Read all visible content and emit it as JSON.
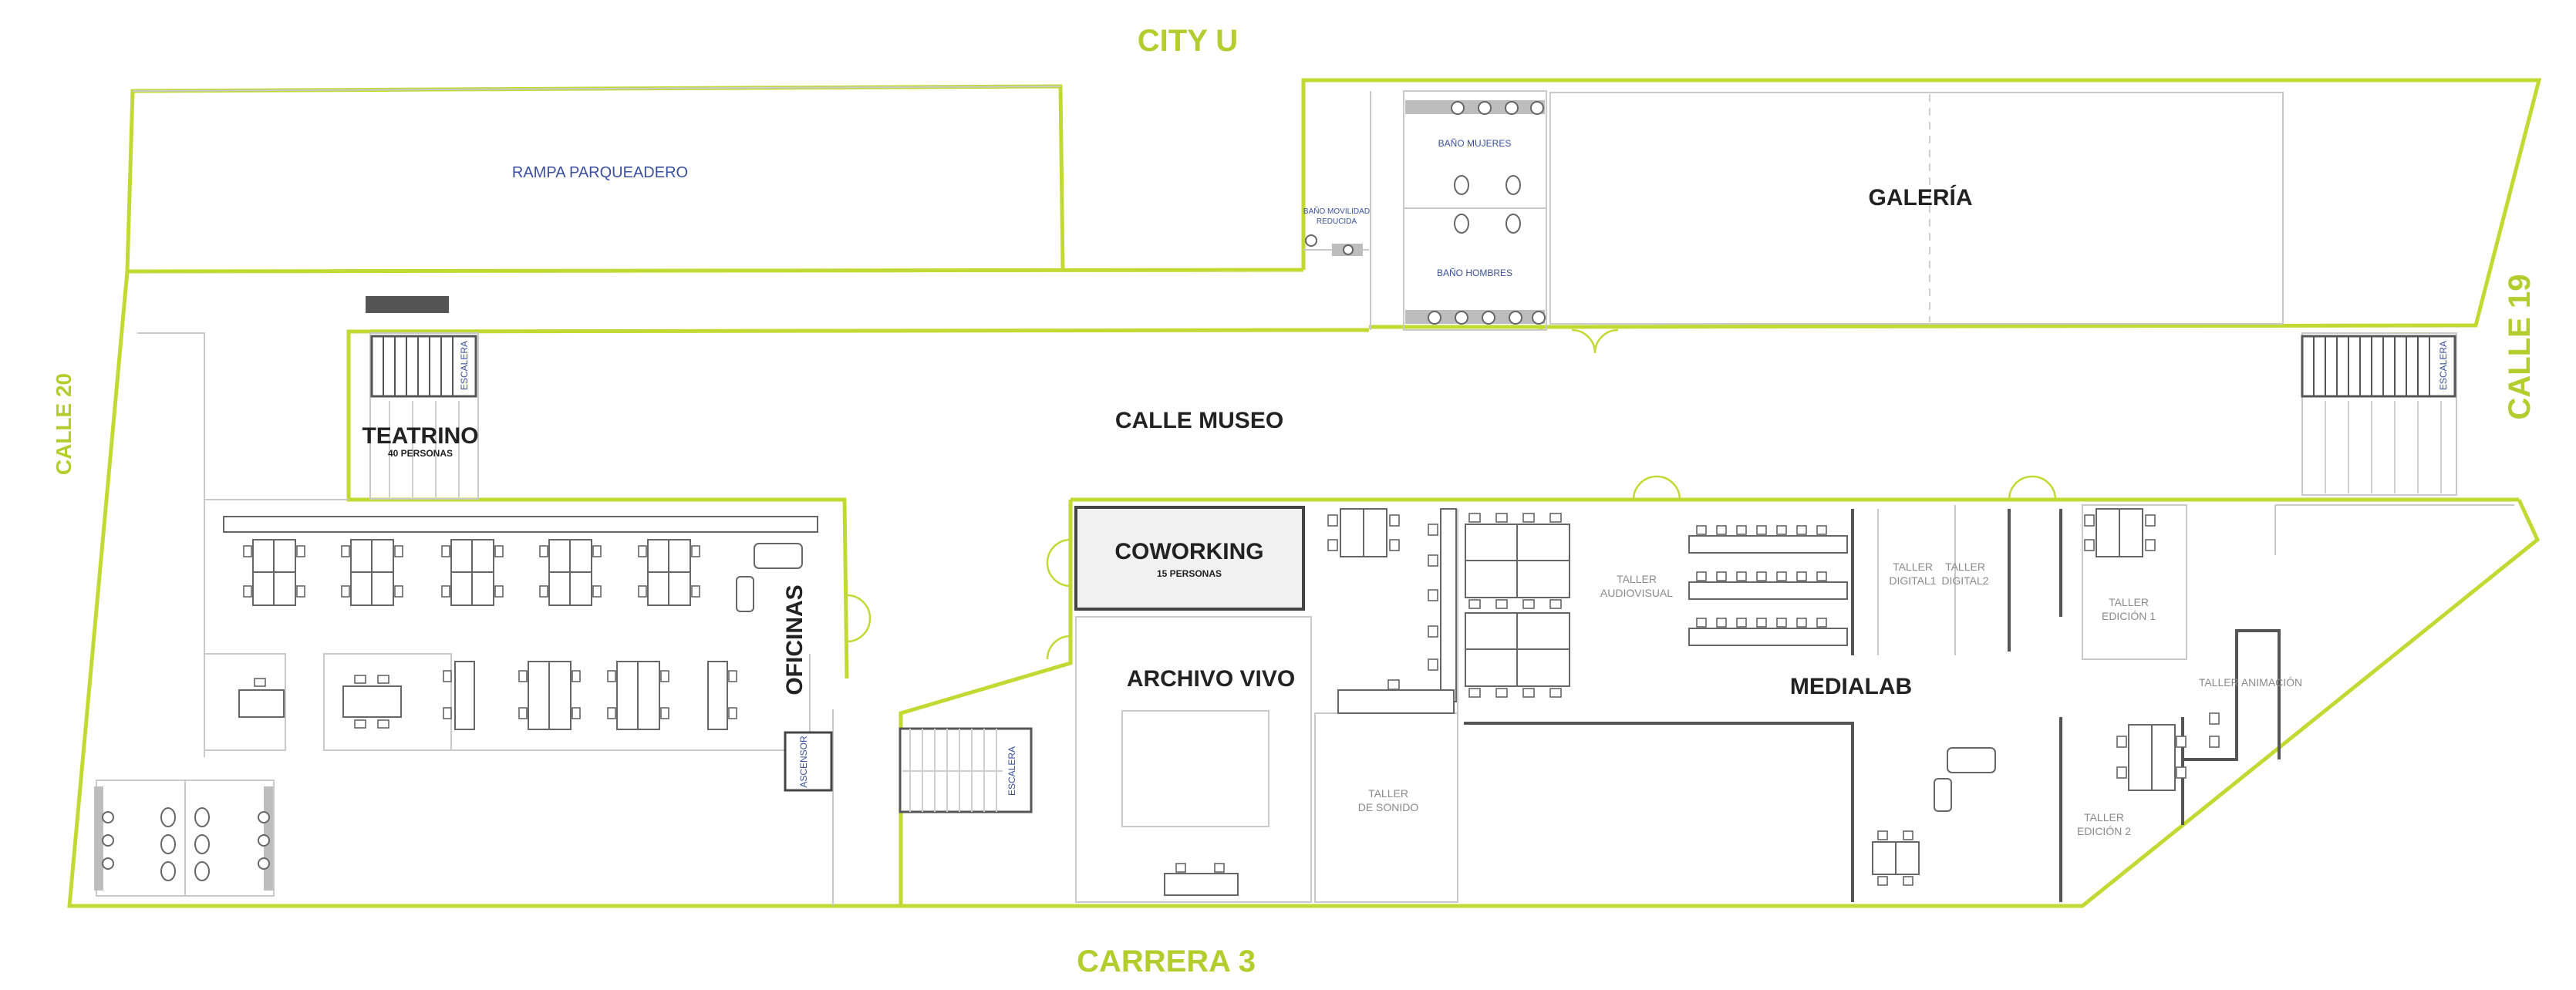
{
  "streets": {
    "north": "CITY U",
    "south": "CARRERA 3",
    "west": "CALLE 20",
    "east": "CALLE 19"
  },
  "spaces": {
    "rampa": "RAMPA PARQUEADERO",
    "galeria": "GALERÍA",
    "banio_mujeres": "BAÑO MUJERES",
    "banio_hombres": "BAÑO HOMBRES",
    "banio_movilidad_1": "BAÑO MOVILIDAD",
    "banio_movilidad_2": "REDUCIDA",
    "calle_museo": "CALLE MUSEO",
    "teatrino": "TEATRINO",
    "teatrino_cap": "40 PERSONAS",
    "escalera": "ESCALERA",
    "oficinas": "OFICINAS",
    "ascensor": "ASCENSOR",
    "coworking": "COWORKING",
    "coworking_cap": "15 PERSONAS",
    "archivo_vivo": "ARCHIVO VIVO",
    "taller_sonido_1": "TALLER",
    "taller_sonido_2": "DE SONIDO",
    "taller_audiovisual_1": "TALLER",
    "taller_audiovisual_2": "AUDIOVISUAL",
    "taller_digital1_1": "TALLER",
    "taller_digital1_2": "DIGITAL1",
    "taller_digital2_1": "TALLER",
    "taller_digital2_2": "DIGITAL2",
    "taller_edicion1_1": "TALLER",
    "taller_edicion1_2": "EDICIÓN 1",
    "taller_animacion": "TALLER ANIMACIÓN",
    "taller_edicion2_1": "TALLER",
    "taller_edicion2_2": "EDICIÓN 2",
    "medialab": "MEDIALAB"
  },
  "colors": {
    "outline": "#c2d934",
    "street_label": "#b5cc2e",
    "service_label": "#3b4fa0",
    "wall": "#c9c9c9"
  }
}
